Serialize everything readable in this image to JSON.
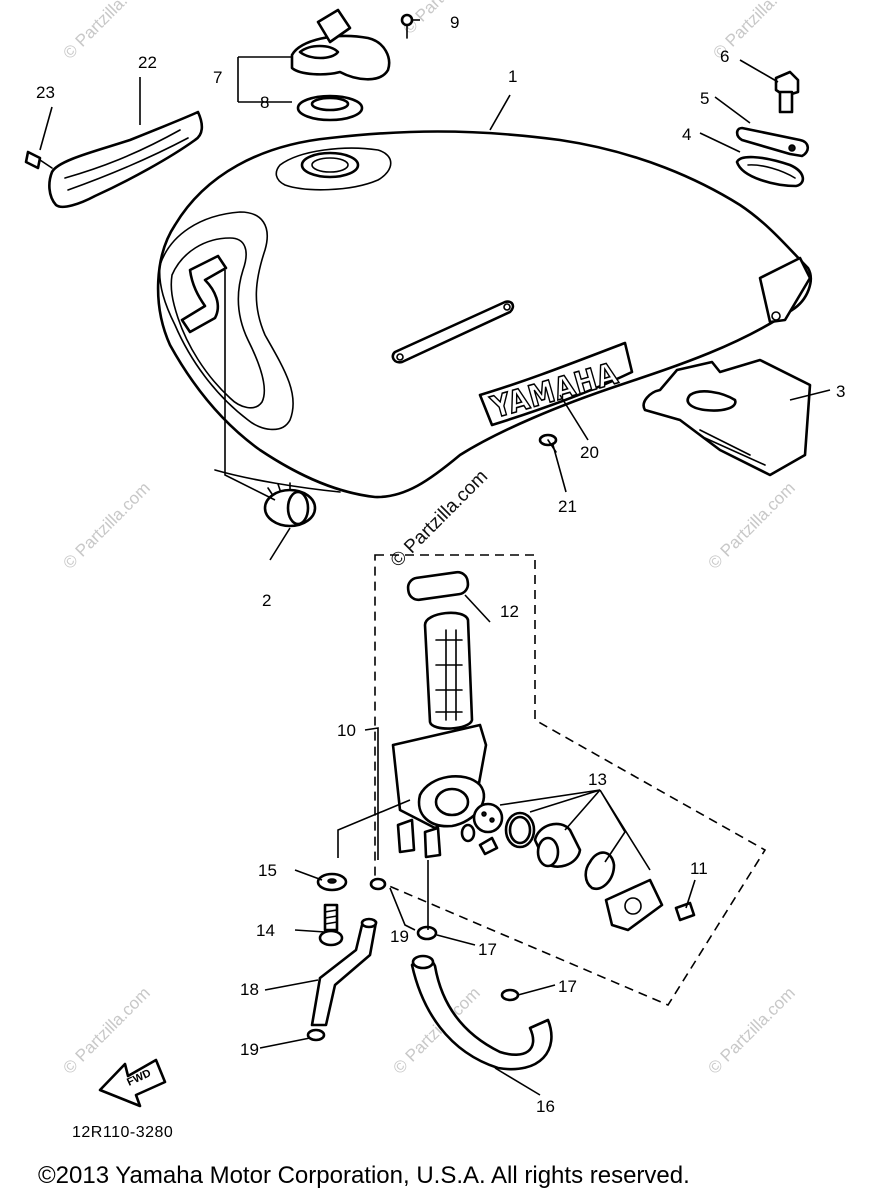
{
  "diagram": {
    "code": "12R110-3280",
    "copyright": "©2013 Yamaha Motor Corporation, U.S.A. All rights reserved.",
    "brand_label": "YAMAHA",
    "direction_label": "FWD",
    "watermark": "© Partzilla.com",
    "callouts": {
      "c1": "1",
      "c2": "2",
      "c3": "3",
      "c4": "4",
      "c5": "5",
      "c6": "6",
      "c7": "7",
      "c8": "8",
      "c9": "9",
      "c10": "10",
      "c11": "11",
      "c12": "12",
      "c13": "13",
      "c14": "14",
      "c15": "15",
      "c16": "16",
      "c17a": "17",
      "c17b": "17",
      "c18": "18",
      "c19a": "19",
      "c19b": "19",
      "c20": "20",
      "c21": "21",
      "c22": "22",
      "c23": "23"
    }
  }
}
